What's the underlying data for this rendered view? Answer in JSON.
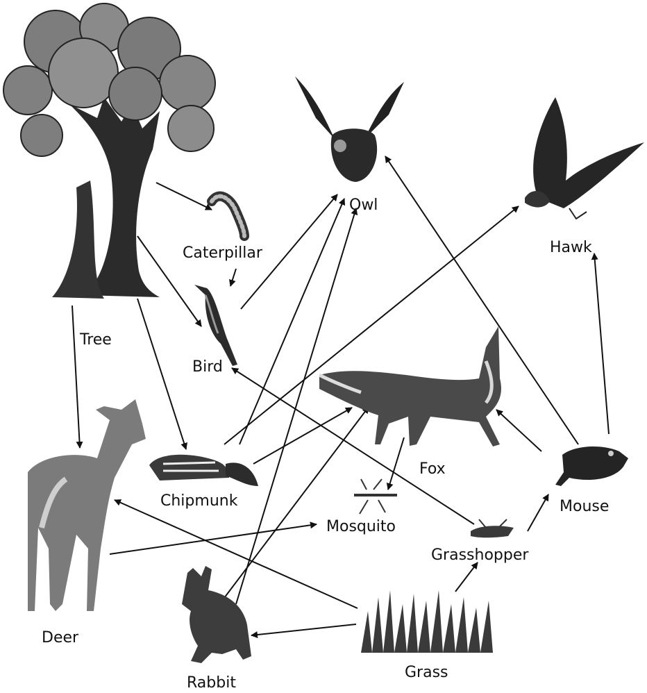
{
  "organisms": {
    "tree": {
      "label": "Tree",
      "icon": "tree-icon"
    },
    "caterpillar": {
      "label": "Caterpillar",
      "icon": "caterpillar-icon"
    },
    "owl": {
      "label": "Owl",
      "icon": "owl-icon"
    },
    "hawk": {
      "label": "Hawk",
      "icon": "hawk-icon"
    },
    "bird": {
      "label": "Bird",
      "icon": "bird-icon"
    },
    "fox": {
      "label": "Fox",
      "icon": "fox-icon"
    },
    "chipmunk": {
      "label": "Chipmunk",
      "icon": "chipmunk-icon"
    },
    "deer": {
      "label": "Deer",
      "icon": "deer-icon"
    },
    "mosquito": {
      "label": "Mosquito",
      "icon": "mosquito-icon"
    },
    "mouse": {
      "label": "Mouse",
      "icon": "mouse-icon"
    },
    "grasshopper": {
      "label": "Grasshopper",
      "icon": "grasshopper-icon"
    },
    "rabbit": {
      "label": "Rabbit",
      "icon": "rabbit-icon"
    },
    "grass": {
      "label": "Grass",
      "icon": "grass-icon"
    }
  },
  "links": [
    {
      "from": "tree",
      "to": "caterpillar"
    },
    {
      "from": "tree",
      "to": "bird"
    },
    {
      "from": "tree",
      "to": "deer"
    },
    {
      "from": "tree",
      "to": "chipmunk"
    },
    {
      "from": "caterpillar",
      "to": "bird"
    },
    {
      "from": "bird",
      "to": "owl"
    },
    {
      "from": "chipmunk",
      "to": "owl"
    },
    {
      "from": "chipmunk",
      "to": "hawk"
    },
    {
      "from": "chipmunk",
      "to": "fox"
    },
    {
      "from": "rabbit",
      "to": "owl"
    },
    {
      "from": "rabbit",
      "to": "fox"
    },
    {
      "from": "mouse",
      "to": "owl"
    },
    {
      "from": "mouse",
      "to": "hawk"
    },
    {
      "from": "mouse",
      "to": "fox"
    },
    {
      "from": "fox",
      "to": "mosquito"
    },
    {
      "from": "deer",
      "to": "mosquito"
    },
    {
      "from": "grasshopper",
      "to": "bird"
    },
    {
      "from": "grasshopper",
      "to": "mouse"
    },
    {
      "from": "grass",
      "to": "grasshopper"
    },
    {
      "from": "grass",
      "to": "deer"
    },
    {
      "from": "grass",
      "to": "rabbit"
    }
  ]
}
